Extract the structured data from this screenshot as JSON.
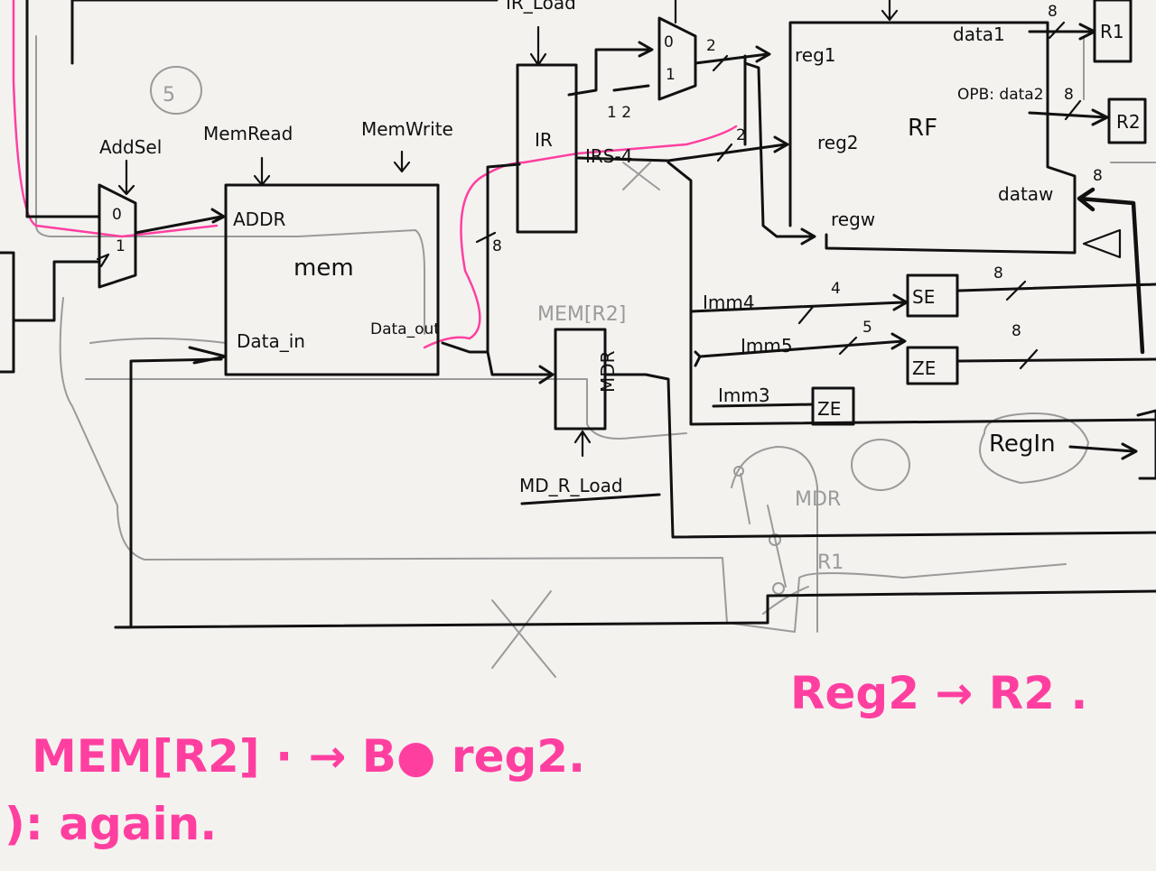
{
  "labels": {
    "add_sel": "AddSel",
    "mem_read": "MemRead",
    "mem_write": "MemWrite",
    "ir_load": "IR_Load",
    "ir": "IR",
    "irs4": "IRS-4",
    "mux_in0": "0",
    "mux_in1": "1",
    "addr": "ADDR",
    "mem": "mem",
    "data_in": "Data_in",
    "data_out": "Data_out",
    "mem_r2_gray": "MEM[R2]",
    "mdr": "MDR",
    "md_r_load": "MD_R_Load",
    "reg1": "reg1",
    "reg2": "reg2",
    "regw": "regw",
    "rf": "RF",
    "opa_data1": "data1",
    "opb_data2": "OPB: data2",
    "dataw": "dataw",
    "r1": "R1",
    "r2": "R2",
    "imm4": "Imm4",
    "imm5": "Imm5",
    "imm3": "Imm3",
    "se": "SE",
    "ze1": "ZE",
    "ze2": "ZE",
    "regin": "RegIn",
    "pencil_mdr": "MDR",
    "pencil_r1": "R1",
    "bit_2a": "2",
    "bit_2b": "2",
    "bit_1_2": "1 2",
    "bit_8_left": "8",
    "bit_8_top": "8",
    "bit_8_mid": "8",
    "bit_8_se": "8",
    "bit_8_ze": "8",
    "bit_8_dataw": "8",
    "bit_4": "4",
    "bit_5": "5",
    "circled_5": "5"
  },
  "notes": {
    "note_reg2_r2": "Reg2 → R2 .",
    "note_mem_r2": "MEM[R2] · → B● reg2.",
    "note_again": "): again."
  }
}
